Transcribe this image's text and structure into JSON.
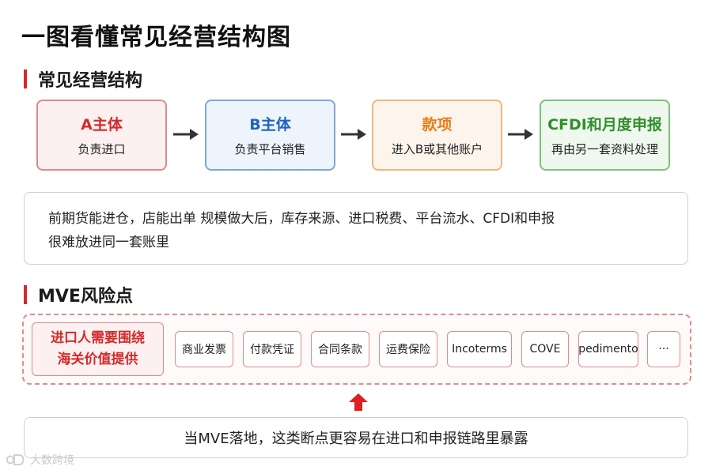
{
  "title": "一图看懂常见经营结构图",
  "section1": {
    "title": "常见经营结构"
  },
  "flow": [
    {
      "title": "A主体",
      "subtitle": "负责进口"
    },
    {
      "title": "B主体",
      "subtitle": "负责平台销售"
    },
    {
      "title": "款项",
      "subtitle": "进入B或其他账户"
    },
    {
      "title": "CFDI和月度申报",
      "subtitle": "再由另一套资料处理"
    }
  ],
  "note": {
    "line1": "前期货能进仓，店能出单  规模做大后，库存来源、进口税费、平台流水、CFDI和申报",
    "line2": "很难放进同一套账里"
  },
  "section2": {
    "title": "MVE风险点"
  },
  "risk": {
    "main_line1": "进口人需要围绕",
    "main_line2": "海关价值提供",
    "items": [
      "商业发票",
      "付款凭证",
      "合同条款",
      "运费保险",
      "Incoterms",
      "COVE",
      "pedimento",
      "···"
    ]
  },
  "bottom_note": "当MVE落地，这类断点更容易在进口和申报链路里暴露",
  "watermark": "大数跨境",
  "colors": {
    "accent_red": "#d42a2a",
    "blue": "#1f63c4",
    "orange": "#e87d16",
    "green": "#2f8f2c"
  }
}
